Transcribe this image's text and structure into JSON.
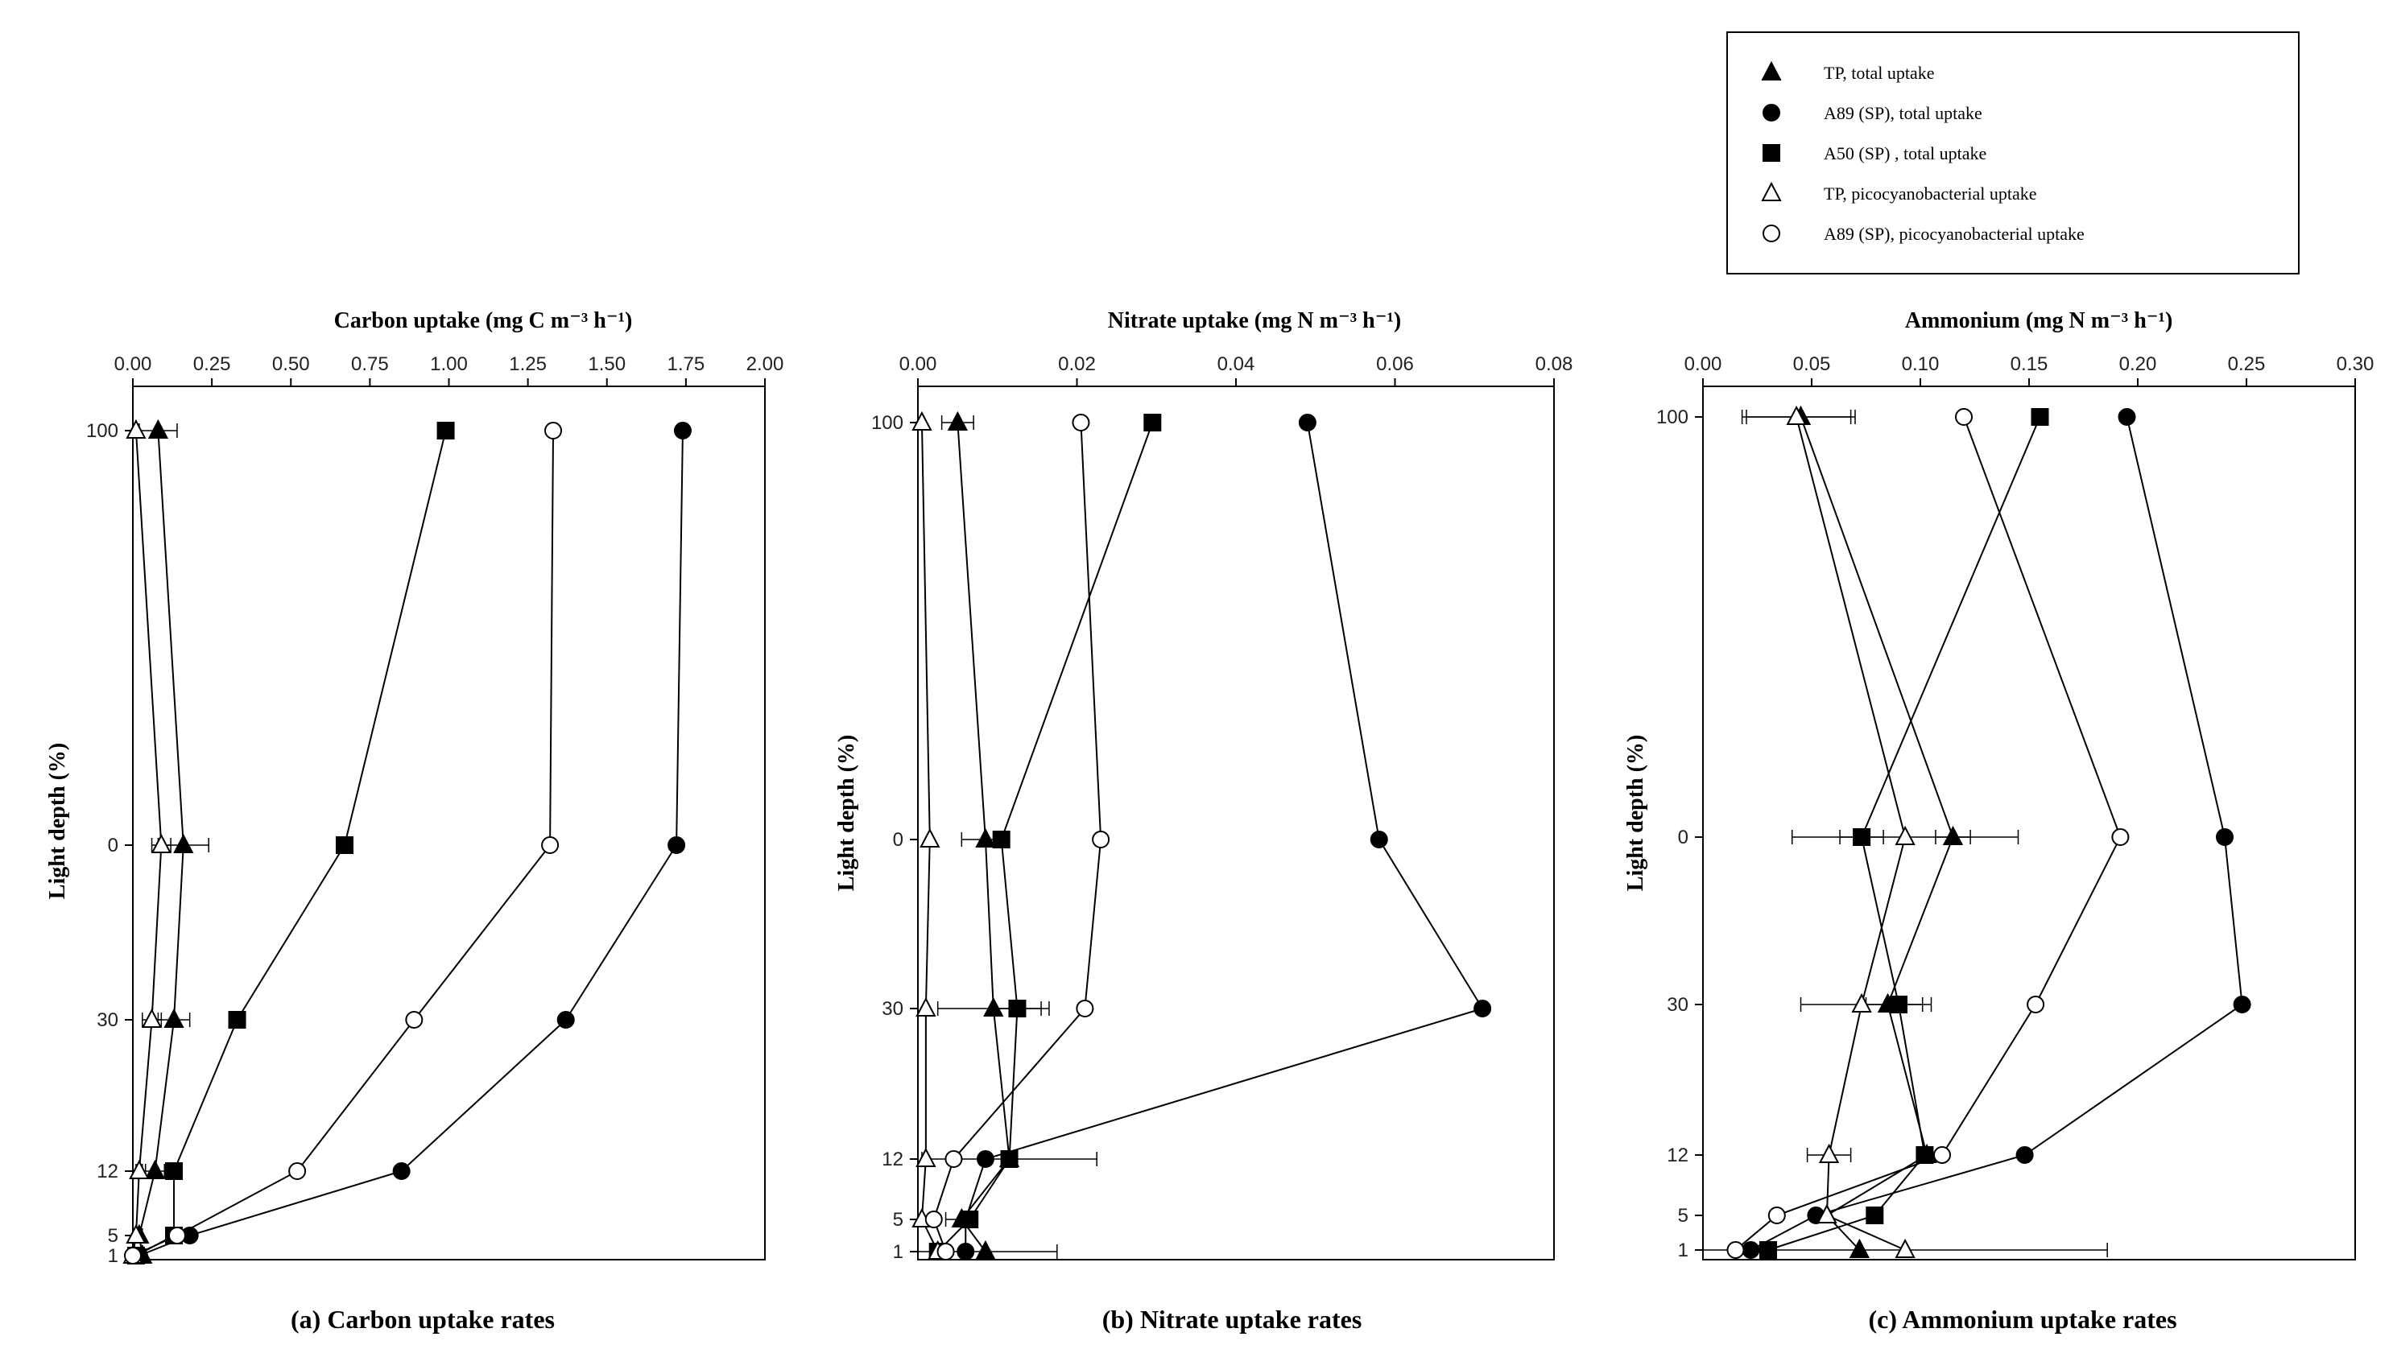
{
  "legend": [
    {
      "label": "TP, total uptake",
      "marker": "triangle",
      "fill": "#000000"
    },
    {
      "label": "A89 (SP), total uptake",
      "marker": "circle",
      "fill": "#000000"
    },
    {
      "label": "A50 (SP) , total uptake",
      "marker": "square",
      "fill": "#000000"
    },
    {
      "label": "TP, picocyanobacterial uptake",
      "marker": "triangle",
      "fill": "#ffffff"
    },
    {
      "label": "A89 (SP), picocyanobacterial uptake",
      "marker": "circle",
      "fill": "#ffffff"
    }
  ],
  "chart_data": [
    {
      "type": "line",
      "title": "Carbon uptake (mg C m⁻³ h⁻¹)",
      "caption": "(a) Carbon uptake rates",
      "ylabel": "Light depth (%)",
      "y_categories": [
        "100",
        "0",
        "30",
        "12",
        "5",
        "1"
      ],
      "xlim": [
        0,
        2.0
      ],
      "xticks": [
        "0.00",
        "0.25",
        "0.50",
        "0.75",
        "1.00",
        "1.25",
        "1.50",
        "1.75",
        "2.00"
      ],
      "series": [
        {
          "name": "TP, total uptake",
          "marker": "triangle",
          "fill": "#000000",
          "values": [
            0.08,
            0.16,
            0.13,
            0.07,
            0.02,
            0.03
          ],
          "err": [
            0.06,
            0.08,
            0.05,
            0.03,
            0.01,
            0.01
          ]
        },
        {
          "name": "A89 (SP), total uptake",
          "marker": "circle",
          "fill": "#000000",
          "values": [
            1.74,
            1.72,
            1.37,
            0.85,
            0.18,
            0.02
          ]
        },
        {
          "name": "A50 (SP) , total uptake",
          "marker": "square",
          "fill": "#000000",
          "values": [
            0.99,
            0.67,
            0.33,
            0.13,
            0.13,
            0.01
          ]
        },
        {
          "name": "TP, picocyanobacterial uptake",
          "marker": "triangle",
          "fill": "#ffffff",
          "values": [
            0.01,
            0.09,
            0.06,
            0.02,
            0.01,
            0.0
          ],
          "err": [
            0.0,
            0.03,
            0.03,
            0.01,
            0.0,
            0.0
          ]
        },
        {
          "name": "A89 (SP), picocyanobacterial uptake",
          "marker": "circle",
          "fill": "#ffffff",
          "values": [
            1.33,
            1.32,
            0.89,
            0.52,
            0.14,
            0.0
          ]
        }
      ]
    },
    {
      "type": "line",
      "title": "Nitrate uptake (mg N m⁻³ h⁻¹)",
      "caption": "(b) Nitrate uptake rates",
      "ylabel": "Light depth (%)",
      "y_categories": [
        "100",
        "0",
        "30",
        "12",
        "5",
        "1"
      ],
      "xlim": [
        0,
        0.08
      ],
      "xticks": [
        "0.00",
        "0.02",
        "0.04",
        "0.06",
        "0.08"
      ],
      "series": [
        {
          "name": "TP, total uptake",
          "marker": "triangle",
          "fill": "#000000",
          "values": [
            0.005,
            0.0085,
            0.0095,
            0.0115,
            0.0055,
            0.0085
          ],
          "err": [
            0.002,
            0.003,
            0.007,
            0.011,
            0.002,
            0.009
          ]
        },
        {
          "name": "A89 (SP), total uptake",
          "marker": "circle",
          "fill": "#000000",
          "values": [
            0.049,
            0.058,
            0.071,
            0.0085,
            0.006,
            0.006
          ]
        },
        {
          "name": "A50 (SP) , total uptake",
          "marker": "square",
          "fill": "#000000",
          "values": [
            0.0295,
            0.0105,
            0.0125,
            0.0115,
            0.0065,
            0.0025
          ],
          "err": [
            0.0,
            0.0,
            0.003,
            0.0,
            0.001,
            0.0
          ]
        },
        {
          "name": "TP, picocyanobacterial uptake",
          "marker": "triangle",
          "fill": "#ffffff",
          "values": [
            0.0005,
            0.0015,
            0.001,
            0.001,
            0.0005,
            0.0025
          ]
        },
        {
          "name": "A89 (SP), picocyanobacterial uptake",
          "marker": "circle",
          "fill": "#ffffff",
          "values": [
            0.0205,
            0.023,
            0.021,
            0.0045,
            0.002,
            0.0035
          ]
        }
      ]
    },
    {
      "type": "line",
      "title": "Ammonium (mg N m⁻³ h⁻¹)",
      "caption": "(c) Ammonium uptake rates",
      "ylabel": "Light depth (%)",
      "y_categories": [
        "100",
        "0",
        "30",
        "12",
        "5",
        "1"
      ],
      "xlim": [
        0,
        0.3
      ],
      "xticks": [
        "0.00",
        "0.05",
        "0.10",
        "0.15",
        "0.20",
        "0.25",
        "0.30"
      ],
      "series": [
        {
          "name": "TP, total uptake",
          "marker": "triangle",
          "fill": "#000000",
          "values": [
            0.045,
            0.115,
            0.085,
            0.103,
            0.057,
            0.072
          ],
          "err": [
            0.025,
            0.008,
            0.0,
            0.0,
            0.0,
            0.0
          ]
        },
        {
          "name": "A89 (SP), total uptake",
          "marker": "circle",
          "fill": "#000000",
          "values": [
            0.195,
            0.24,
            0.248,
            0.148,
            0.052,
            0.022
          ]
        },
        {
          "name": "A50 (SP) , total uptake",
          "marker": "square",
          "fill": "#000000",
          "values": [
            0.155,
            0.073,
            0.09,
            0.102,
            0.079,
            0.03
          ],
          "err": [
            0.0,
            0.01,
            0.015,
            0.0,
            0.0,
            0.0
          ]
        },
        {
          "name": "TP, picocyanobacterial uptake",
          "marker": "triangle",
          "fill": "#ffffff",
          "values": [
            0.043,
            0.093,
            0.073,
            0.058,
            0.057,
            0.093
          ],
          "err": [
            0.025,
            0.052,
            0.028,
            0.01,
            0.0,
            0.093
          ]
        },
        {
          "name": "A89 (SP), picocyanobacterial uptake",
          "marker": "circle",
          "fill": "#ffffff",
          "values": [
            0.12,
            0.192,
            0.153,
            0.11,
            0.034,
            0.015
          ]
        }
      ]
    }
  ]
}
